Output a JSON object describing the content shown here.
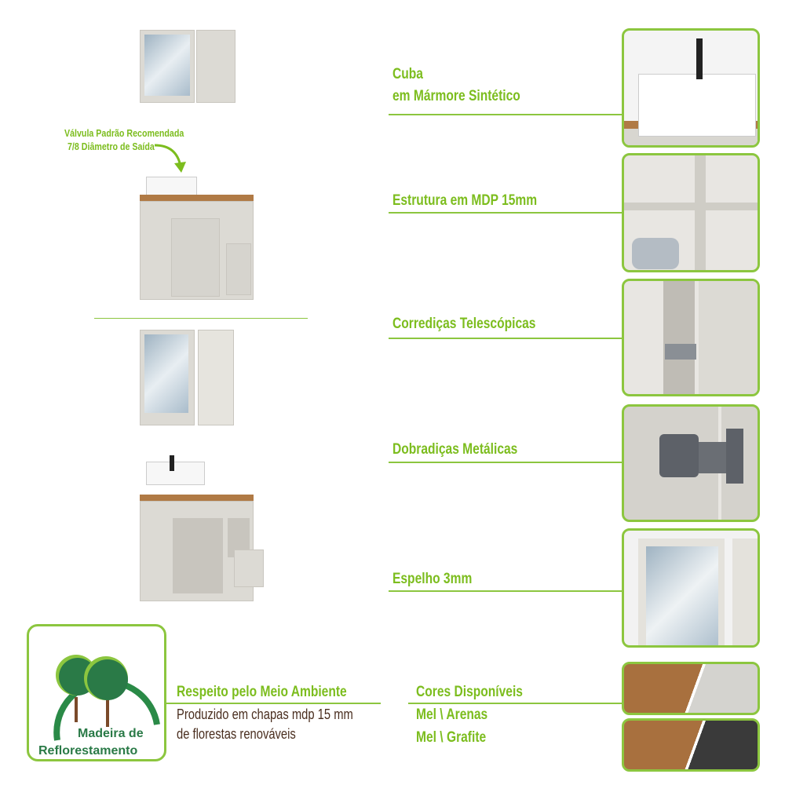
{
  "annotation": {
    "line1": "Válvula Padrão Recomendada",
    "line2": "7/8 Diâmetro de Saída"
  },
  "features": [
    {
      "title": "Cuba",
      "subtitle": "em Mármore Sintético"
    },
    {
      "title": "Estrutura em MDP 15mm"
    },
    {
      "title": "Corrediças Telescópicas"
    },
    {
      "title": "Dobradiças Metálicas"
    },
    {
      "title": "Espelho 3mm"
    }
  ],
  "eco": {
    "badge_line1": "Madeira de",
    "badge_line2": "Reflorestamento",
    "title": "Respeito pelo Meio Ambiente",
    "body_line1": "Produzido em chapas mdp 15 mm",
    "body_line2": "de florestas renováveis"
  },
  "colors": {
    "title": "Cores Disponíveis",
    "option1": "Mel \\ Arenas",
    "option2": "Mel \\ Grafite"
  },
  "palette": {
    "accent": "#8cc63f",
    "mel": "#a8703e",
    "arenas": "#d4d3cf",
    "grafite": "#3a3a3a"
  }
}
